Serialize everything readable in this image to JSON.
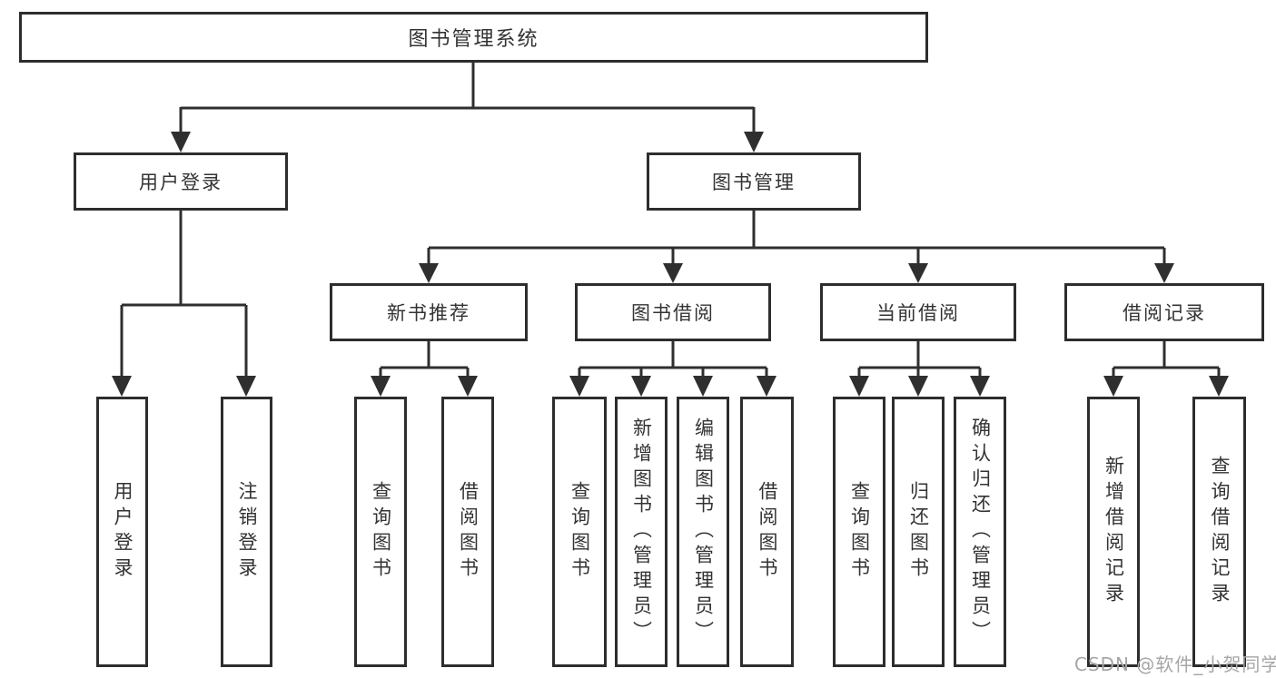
{
  "root": {
    "label": "图书管理系统"
  },
  "branches": [
    {
      "label": "用户登录",
      "children": [
        {
          "label": "用户登录"
        },
        {
          "label": "注销登录"
        }
      ]
    },
    {
      "label": "图书管理",
      "children": [
        {
          "label": "新书推荐",
          "children": [
            {
              "label": "查询图书"
            },
            {
              "label": "借阅图书"
            }
          ]
        },
        {
          "label": "图书借阅",
          "children": [
            {
              "label": "查询图书"
            },
            {
              "label": "新增图书（管理员）"
            },
            {
              "label": "编辑图书（管理员）"
            },
            {
              "label": "借阅图书"
            }
          ]
        },
        {
          "label": "当前借阅",
          "children": [
            {
              "label": "查询图书"
            },
            {
              "label": "归还图书"
            },
            {
              "label": "确认归还（管理员）"
            }
          ]
        },
        {
          "label": "借阅记录",
          "children": [
            {
              "label": "新增借阅记录"
            },
            {
              "label": "查询借阅记录"
            }
          ]
        }
      ]
    }
  ],
  "watermark": {
    "text": "CSDN @软件_小贺同学",
    "color": "#a6a6a6"
  },
  "colors": {
    "line": "#2f2f2f",
    "box_border": "#2d2d2d",
    "text": "#333333",
    "background": "#ffffff"
  }
}
